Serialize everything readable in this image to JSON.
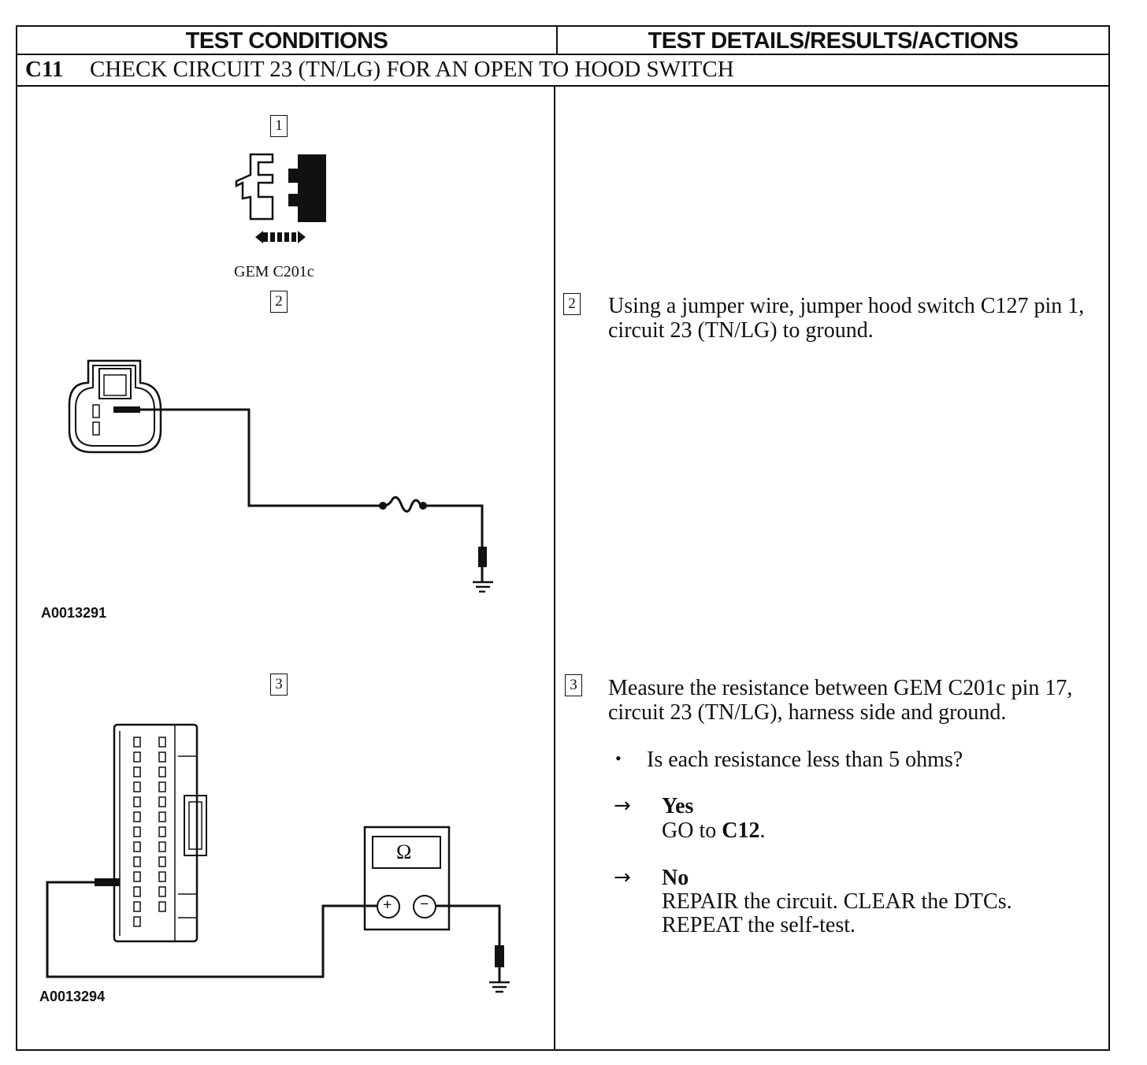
{
  "header": {
    "left": "TEST CONDITIONS",
    "right": "TEST DETAILS/RESULTS/ACTIONS"
  },
  "test": {
    "id": "C11",
    "title": "CHECK CIRCUIT 23 (TN/LG) FOR AN OPEN TO HOOD SWITCH"
  },
  "figures": {
    "step1_number": "1",
    "connector_label": "GEM C201c",
    "step2_number": "2",
    "figure1_id": "A0013291",
    "step3_number": "3",
    "meter_symbol": "Ω",
    "meter_plus": "+",
    "meter_minus": "−",
    "figure2_id": "A0013294"
  },
  "steps": [
    {
      "number": "2",
      "text": "Using a jumper wire, jumper hood switch C127 pin 1, circuit 23 (TN/LG) to ground."
    },
    {
      "number": "3",
      "text": "Measure the resistance between GEM C201c pin 17, circuit 23 (TN/LG), harness side and ground.",
      "question_bullet": "•",
      "question": "Is each resistance less than 5 ohms?",
      "answers": [
        {
          "arrow": "→",
          "label": "Yes",
          "action_prefix": "GO to ",
          "action_target": "C12",
          "action_suffix": "."
        },
        {
          "arrow": "→",
          "label": "No",
          "action_line1": "REPAIR the circuit. CLEAR the DTCs.",
          "action_line2": "REPEAT the self-test."
        }
      ]
    }
  ]
}
